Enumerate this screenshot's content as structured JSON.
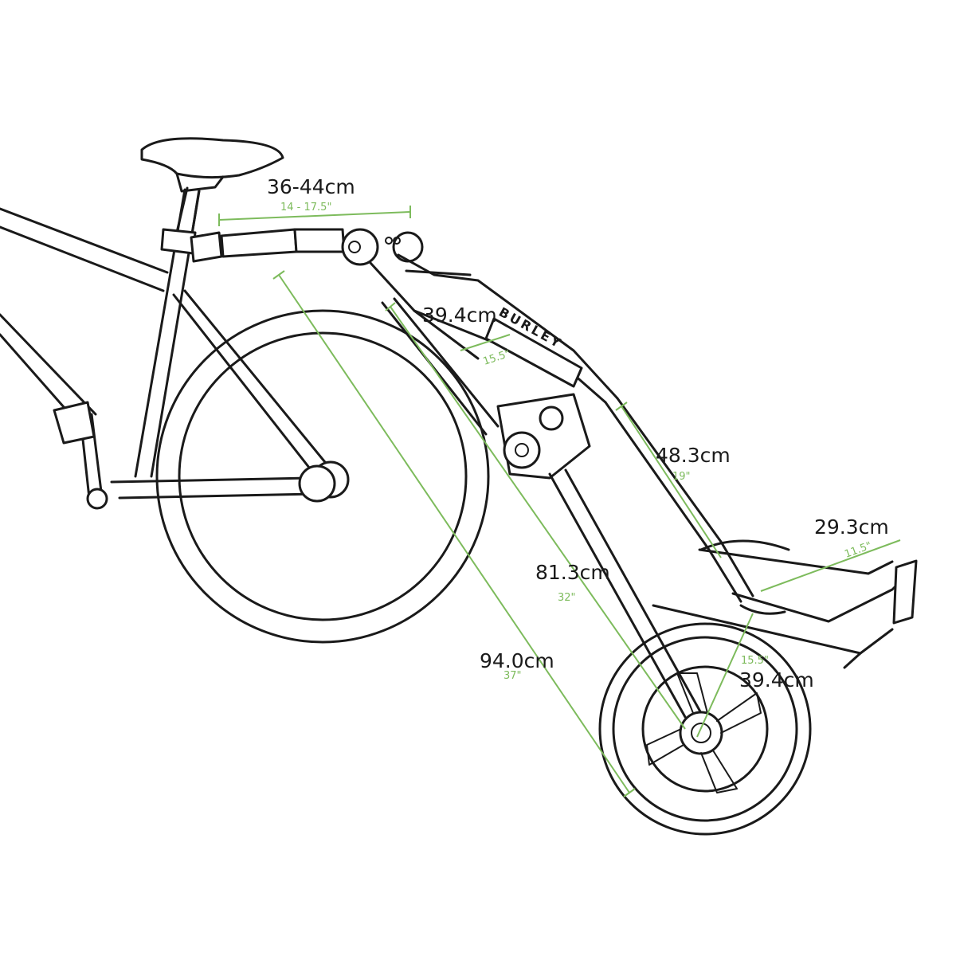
{
  "brand": "BURLEY",
  "dimensions": [
    {
      "id": "hitch-arm-length",
      "cm": "36-44cm",
      "inch": "14 - 17.5\""
    },
    {
      "id": "arm-width",
      "cm": "39.4cm",
      "inch": "15.5\""
    },
    {
      "id": "boom-length",
      "cm": "48.3cm",
      "inch": "19\""
    },
    {
      "id": "tray-width",
      "cm": "29.3cm",
      "inch": "11.5\""
    },
    {
      "id": "tray-depth",
      "cm": "39.4cm",
      "inch": "15.5\""
    },
    {
      "id": "hitch-to-axle",
      "cm": "81.3cm",
      "inch": "32\""
    },
    {
      "id": "overall-length",
      "cm": "94.0cm",
      "inch": "37\""
    }
  ],
  "colors": {
    "line": "#1a1a1a",
    "dimension": "#7dbb5c",
    "background": "#ffffff"
  }
}
